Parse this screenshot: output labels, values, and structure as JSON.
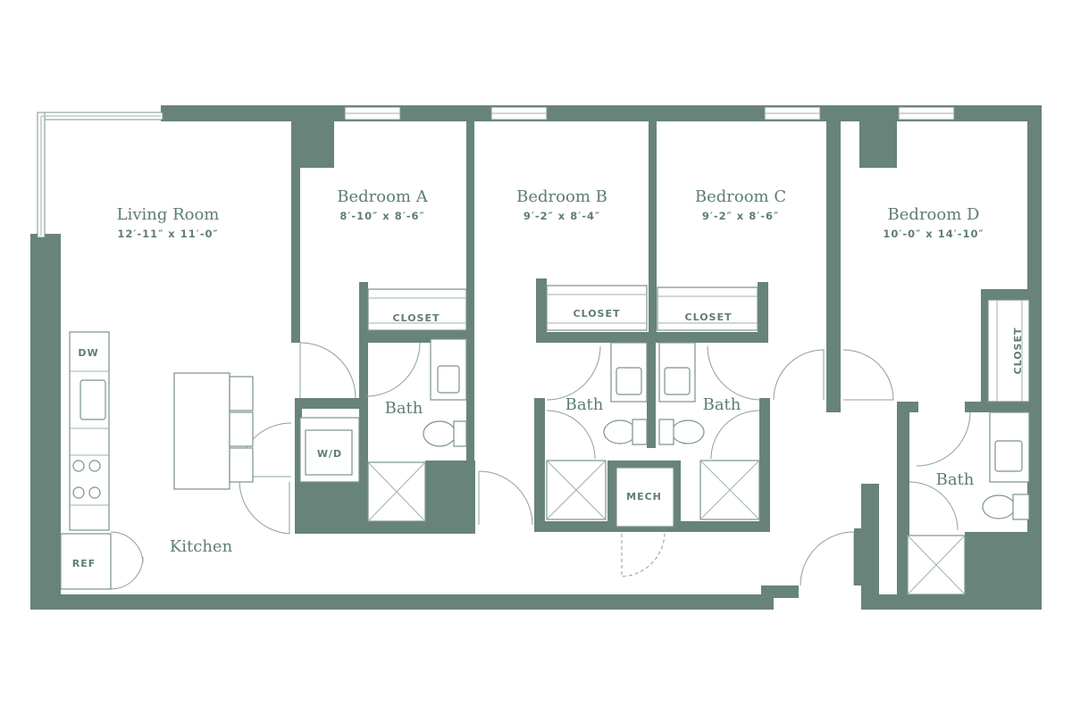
{
  "colors": {
    "wall": "#67837a",
    "text": "#5f7d72",
    "background": "#ffffff"
  },
  "rooms": {
    "living_room": {
      "name": "Living Room",
      "dims": "12′-11″ x 11′-0″"
    },
    "bedroom_a": {
      "name": "Bedroom A",
      "dims": "8′-10″ x 8′-6″"
    },
    "bedroom_b": {
      "name": "Bedroom B",
      "dims": "9′-2″ x 8′-4″"
    },
    "bedroom_c": {
      "name": "Bedroom C",
      "dims": "9′-2″ x 8′-6″"
    },
    "bedroom_d": {
      "name": "Bedroom D",
      "dims": "10′-0″ x 14′-10″"
    },
    "kitchen": {
      "name": "Kitchen"
    },
    "bath": "Bath"
  },
  "labels": {
    "closet": "CLOSET",
    "dw": "DW",
    "ref": "REF",
    "wd": "W/D",
    "mech": "MECH"
  }
}
